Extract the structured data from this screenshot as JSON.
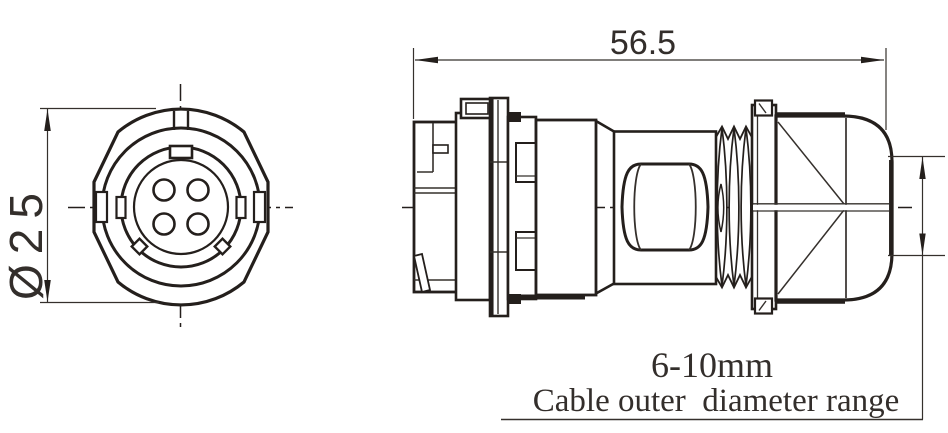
{
  "drawing": {
    "front_view": {
      "diameter_label": "Ø25",
      "pin_count": 4
    },
    "side_view": {
      "length_label": "56.5"
    },
    "cable_note": {
      "line1": "6-10mm",
      "line2": "Cable outer  diameter range"
    },
    "colors": {
      "line": "#241f1c",
      "text": "#332e2b",
      "background": "#ffffff"
    }
  }
}
